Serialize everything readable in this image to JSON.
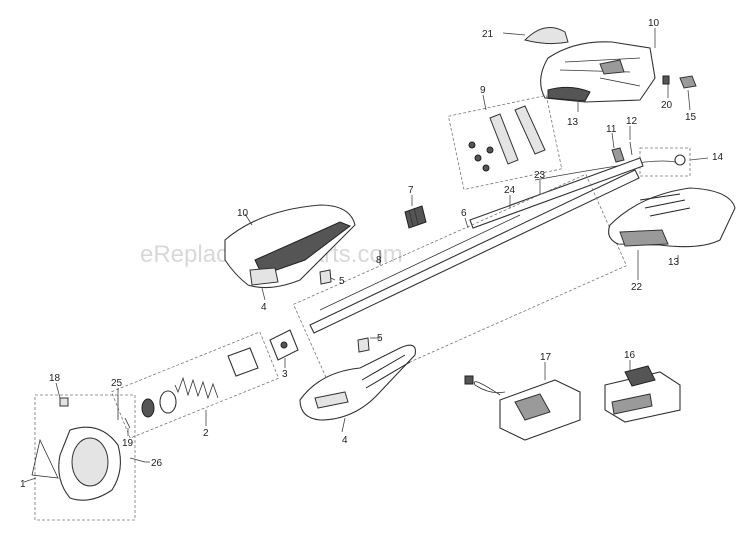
{
  "watermark": "eReplacementParts.com",
  "callouts": [
    "1",
    "2",
    "3",
    "4",
    "4",
    "5",
    "5",
    "6",
    "7",
    "8",
    "9",
    "10",
    "10",
    "11",
    "12",
    "13",
    "13",
    "14",
    "15",
    "16",
    "17",
    "18",
    "19",
    "20",
    "21",
    "22",
    "23",
    "24",
    "25",
    "26"
  ]
}
